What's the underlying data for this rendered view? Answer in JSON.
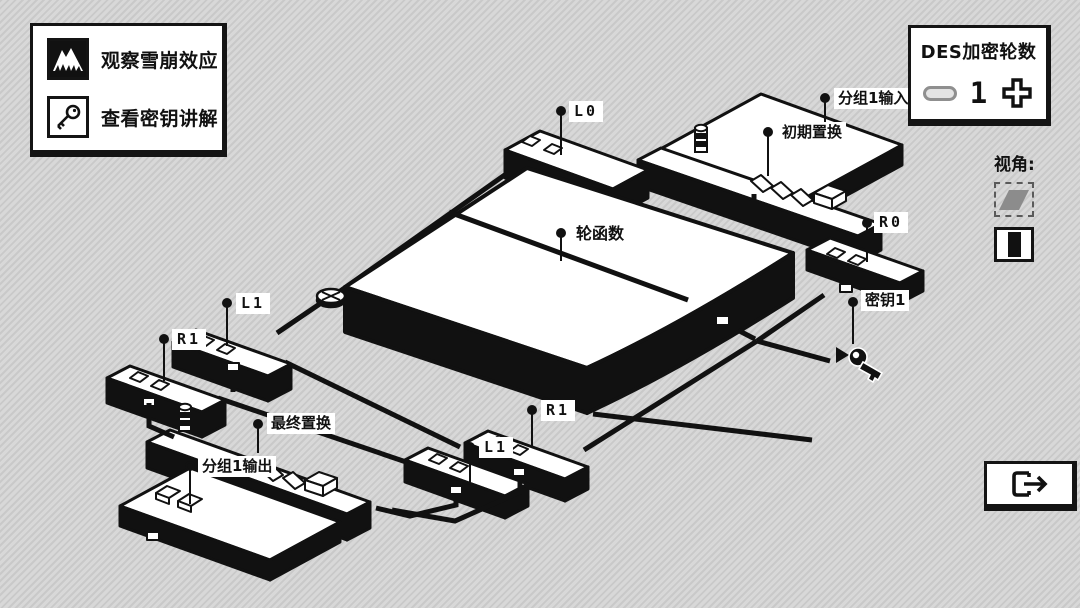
{
  "menu": {
    "items": [
      {
        "label": "观察雪崩效应",
        "icon": "mountain-icon"
      },
      {
        "label": "查看密钥讲解",
        "icon": "key-icon"
      }
    ]
  },
  "rounds_panel": {
    "title": "DES加密轮数",
    "value": "1",
    "minus_icon": "minus-icon",
    "plus_icon": "plus-icon"
  },
  "view_panel": {
    "label": "视角:",
    "options": [
      {
        "name": "isometric-view",
        "selected": true
      },
      {
        "name": "front-view",
        "selected": false
      }
    ]
  },
  "exit_button": {
    "icon": "exit-icon"
  },
  "diagram": {
    "nodes": {
      "l0": "L0",
      "block_input": "分组1输入",
      "initial_permutation": "初期置换",
      "r0": "R0",
      "key1": "密钥1",
      "round_function": "轮函数",
      "l1_left": "L1",
      "r1_left": "R1",
      "final_permutation": "最终置换",
      "block_output": "分组1输出",
      "r1_bottom": "R1",
      "l1_bottom": "L1"
    },
    "icons": [
      "xor-icon",
      "key-icon",
      "cylinder-icon"
    ]
  },
  "colors": {
    "ink": "#111111",
    "panel_bg": "#ffffff",
    "bg_stripe_a": "#c9c9c9",
    "bg_stripe_b": "#d8d8d8",
    "disabled_gray": "#8f8f8f",
    "view_parallelogram": "#8c8c8c"
  }
}
